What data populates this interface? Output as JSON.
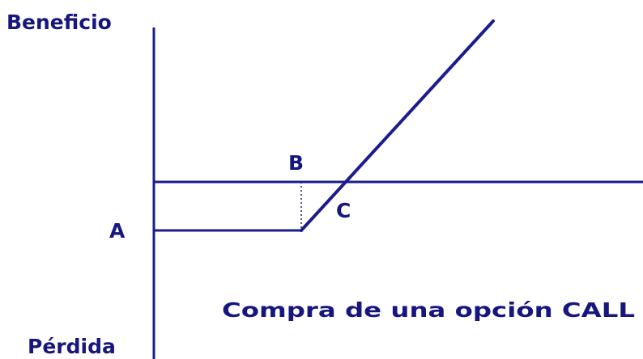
{
  "labels": {
    "y_top": "Beneficio",
    "y_bottom": "Pérdida",
    "point_a": "A",
    "point_b": "B",
    "point_c": "C",
    "caption": "Compra de una opción CALL"
  },
  "colors": {
    "line": "#1c1c8c",
    "text": "#16167e",
    "background": "#ffffff"
  }
}
